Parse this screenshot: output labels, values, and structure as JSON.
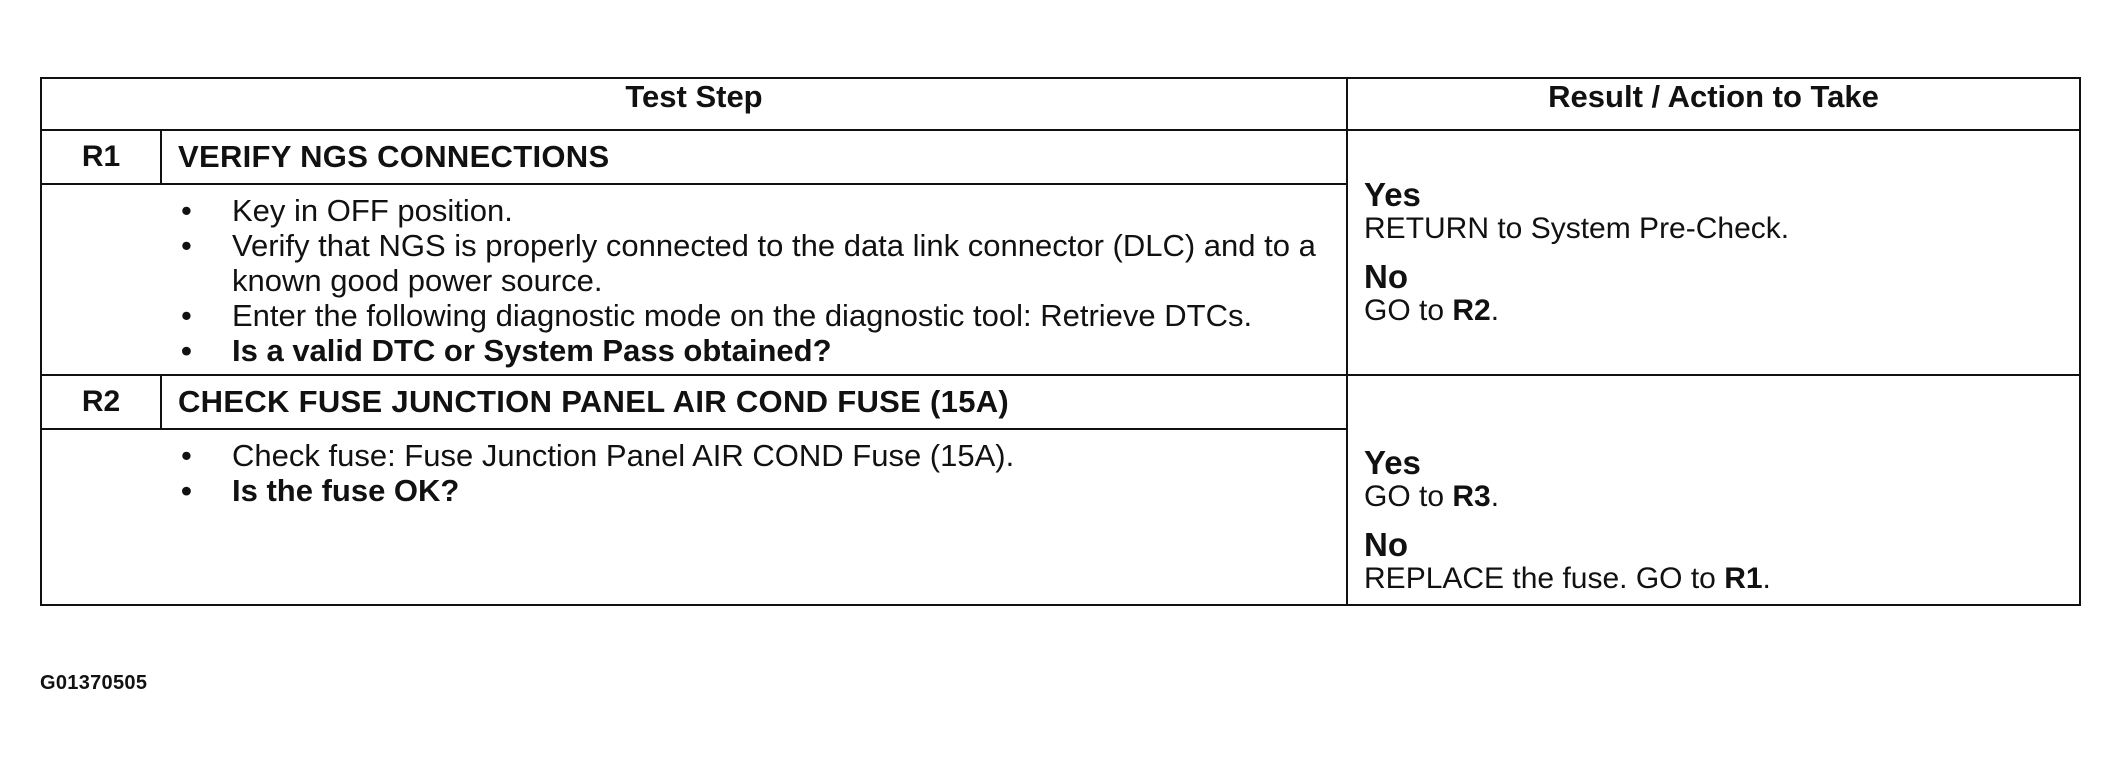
{
  "header": {
    "test_step": "Test Step",
    "result_action": "Result / Action to Take"
  },
  "steps": [
    {
      "id": "R1",
      "title": "VERIFY NGS CONNECTIONS",
      "bullets": [
        "Key in OFF position.",
        "Verify that NGS is properly connected to the data link connector (DLC) and to a known good power source.",
        "Enter the following diagnostic mode on the diagnostic tool: Retrieve DTCs."
      ],
      "question": "Is a valid DTC or System Pass obtained?",
      "yes_label": "Yes",
      "yes_action": "RETURN to System Pre-Check.",
      "no_label": "No",
      "no_action_prefix": "GO to ",
      "no_action_ref": "R2",
      "no_action_suffix": "."
    },
    {
      "id": "R2",
      "title": "CHECK FUSE JUNCTION PANEL AIR COND FUSE (15A)",
      "bullets": [
        "Check fuse: Fuse Junction Panel AIR COND Fuse (15A)."
      ],
      "question": "Is the fuse OK?",
      "yes_label": "Yes",
      "yes_action_prefix": "GO to ",
      "yes_action_ref": "R3",
      "yes_action_suffix": ".",
      "no_label": "No",
      "no_action_prefix": "REPLACE the fuse. GO to ",
      "no_action_ref": "R1",
      "no_action_suffix": "."
    }
  ],
  "bullet_glyph": "•",
  "figure_id": "G01370505"
}
